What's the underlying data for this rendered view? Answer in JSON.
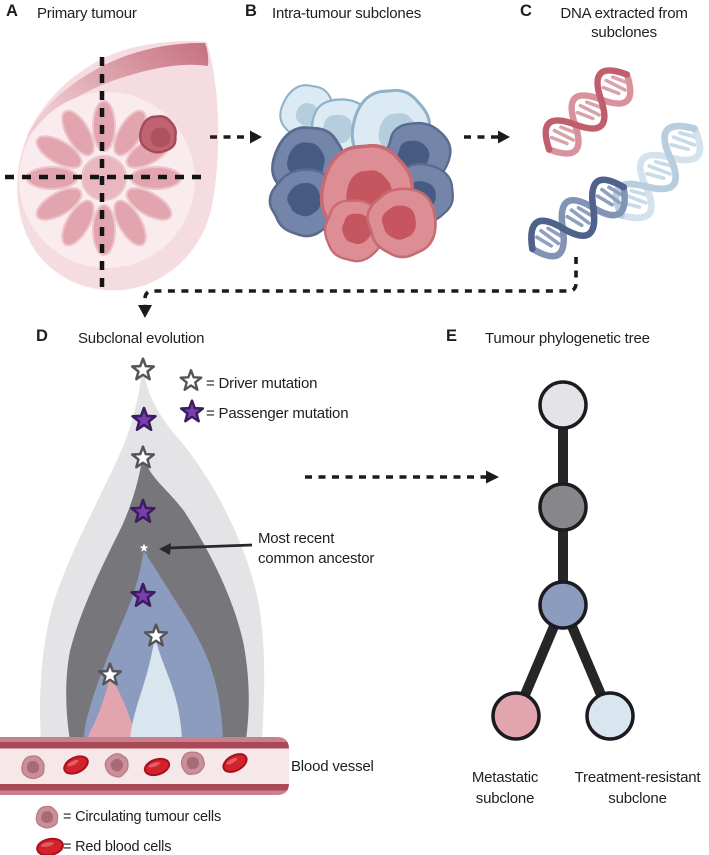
{
  "figure": {
    "panel_a": {
      "letter": "A",
      "title": "Primary tumour"
    },
    "panel_b": {
      "letter": "B",
      "title": "Intra-tumour subclones"
    },
    "panel_c": {
      "letter": "C",
      "title_line1": "DNA extracted from",
      "title_line2": "subclones"
    },
    "panel_d": {
      "letter": "D",
      "title": "Subclonal evolution",
      "driver_legend": "= Driver mutation",
      "passenger_legend": "= Passenger mutation",
      "mrca_line1": "Most recent",
      "mrca_line2": "common ancestor",
      "blood_vessel_label": "Blood vessel",
      "ctc_legend": "= Circulating tumour cells",
      "rbc_legend": "= Red blood cells"
    },
    "panel_e": {
      "letter": "E",
      "title": "Tumour phylogenetic tree",
      "metastatic_line1": "Metastatic",
      "metastatic_line2": "subclone",
      "treatment_line1": "Treatment-resistant",
      "treatment_line2": "subclone"
    },
    "colors": {
      "text": "#1f1f1f",
      "driver_star_fill": "#ffffff",
      "driver_star_stroke": "#54545a",
      "passenger_star_fill": "#7a3eb1",
      "passenger_star_stroke": "#3c1d63",
      "clone_gray_light": "#e4e4e6",
      "clone_gray_dark": "#77777b",
      "clone_blue": "#8c9cbe",
      "clone_pink": "#e2a4ae",
      "clone_blue_light": "#d9e6f0",
      "tree_node_gray": "#87878a",
      "tree_edge": "#262626",
      "vessel_wall_dark": "#a84955",
      "vessel_wall_light": "#c8808a",
      "vessel_lumen": "#f6e7e9",
      "rbc": "#d4222d",
      "ctc": "#c9909a",
      "cell_blue_light": "#dcebf3",
      "cell_slate": "#7385a9",
      "cell_pink": "#dd8d94",
      "dna_pink": "#bf5e6c",
      "dna_blue_light": "#b7cede",
      "dna_blue_dark": "#4f628c",
      "breast_skin": "#f5dce0",
      "tumour": "#c06270"
    }
  }
}
